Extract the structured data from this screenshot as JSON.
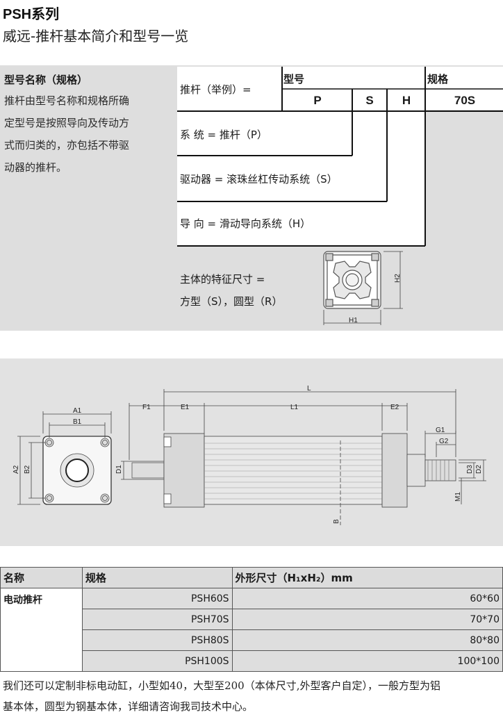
{
  "title": "PSH系列",
  "subtitle": "威远-推杆基本简介和型号一览",
  "intro": {
    "heading": "型号名称（规格）",
    "lines": [
      "推杆由型号名称和规格所确",
      "定型号是按照导向及传动方",
      "式而归类的，亦包括不带驱",
      "动器的推杆。"
    ]
  },
  "model_diagram": {
    "example_label": "推杆（举例）=",
    "model_header": "型号",
    "spec_header": "规格",
    "codes": [
      "P",
      "S",
      "H"
    ],
    "spec_value": "70S",
    "system_line": "系  统  = 推杆（P）",
    "drive_line": "驱动器 = 滚珠丝杠传动系统（S）",
    "guide_line": "导  向  = 滑动导向系统（H）",
    "feature_line1": "主体的特征尺寸  =",
    "feature_line2": "方型（S），圆型（R）",
    "profile_h1": "H1",
    "profile_h2": "H2"
  },
  "drawing_labels": {
    "A1": "A1",
    "B1": "B1",
    "A2": "A2",
    "B2": "B2",
    "D1": "D1",
    "F1": "F1",
    "E1": "E1",
    "L1": "L1",
    "L": "L",
    "E2": "E2",
    "G1": "G1",
    "G2": "G2",
    "D3": "D3",
    "D2": "D2",
    "M1": "M1",
    "B": "B"
  },
  "table": {
    "headers": [
      "名称",
      "规格",
      "外形尺寸（H₁xH₂）mm"
    ],
    "name": "电动推杆",
    "rows": [
      {
        "spec": "PSH60S",
        "size": "60*60"
      },
      {
        "spec": "PSH70S",
        "size": "70*70"
      },
      {
        "spec": "PSH80S",
        "size": "80*80"
      },
      {
        "spec": "PSH100S",
        "size": "100*100"
      }
    ]
  },
  "footer": {
    "line1": "我们还可以定制非标电动缸，小型如40，大型至200（本体尺寸,外型客户自定），一般方型为铝",
    "line2": "基本体，圆型为钢基本体，详细请咨询我司技术中心。"
  }
}
